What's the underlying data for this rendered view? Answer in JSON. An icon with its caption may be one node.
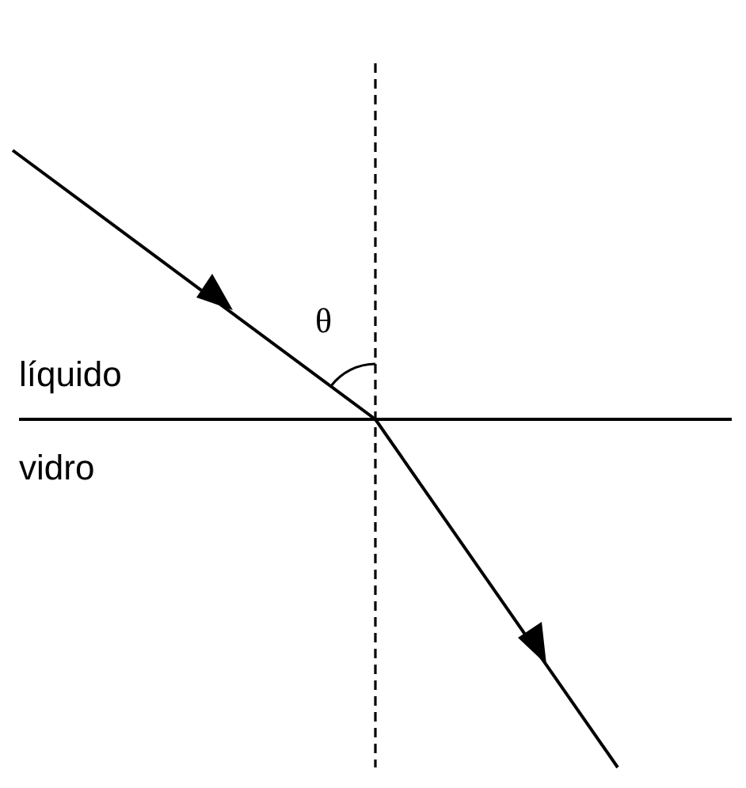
{
  "diagram": {
    "labels": [
      "θ",
      "líquido",
      "vidro"
    ]
  }
}
